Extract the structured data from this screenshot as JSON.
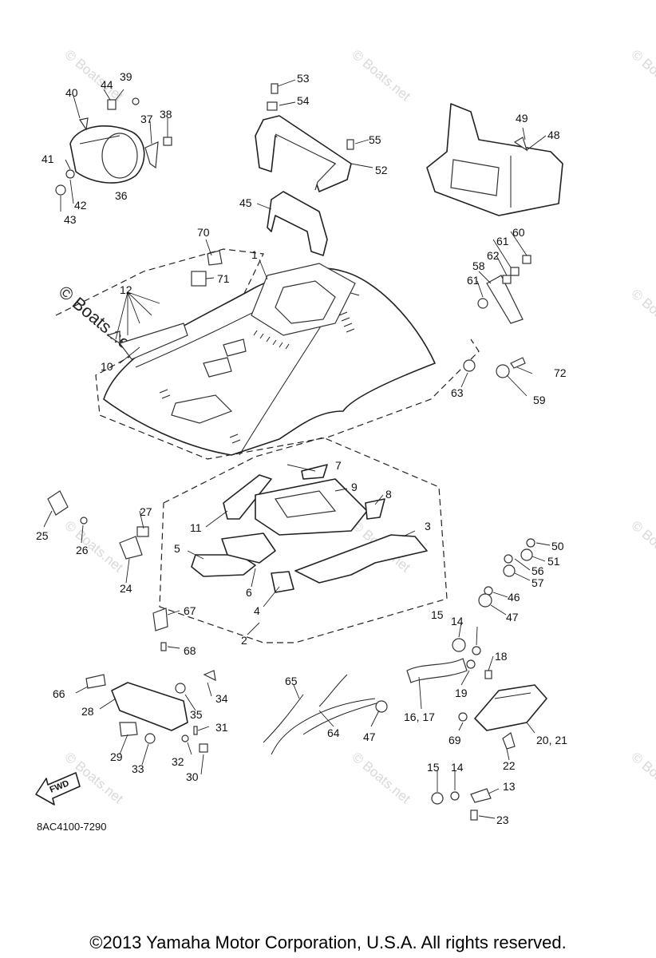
{
  "diagram": {
    "callouts": [
      "1",
      "2",
      "3",
      "4",
      "5",
      "6",
      "7",
      "8",
      "9",
      "10",
      "11",
      "12",
      "13",
      "14",
      "14",
      "15",
      "15",
      "16, 17",
      "18",
      "19",
      "20, 21",
      "22",
      "23",
      "24",
      "25",
      "26",
      "27",
      "28",
      "29",
      "30",
      "31",
      "32",
      "33",
      "34",
      "35",
      "36",
      "37",
      "38",
      "39",
      "40",
      "41",
      "42",
      "43",
      "44",
      "45",
      "46",
      "47",
      "47",
      "48",
      "49",
      "50",
      "51",
      "52",
      "53",
      "54",
      "55",
      "56",
      "57",
      "58",
      "59",
      "60",
      "61",
      "61",
      "62",
      "63",
      "64",
      "65",
      "66",
      "67",
      "68",
      "69",
      "70",
      "71",
      "72"
    ],
    "reference_code": "8AC4100-7290",
    "fwd_label": "FWD",
    "watermark": "© Boats.net"
  },
  "footer": {
    "copyright": "©2013 Yamaha Motor Corporation, U.S.A. All rights reserved."
  }
}
